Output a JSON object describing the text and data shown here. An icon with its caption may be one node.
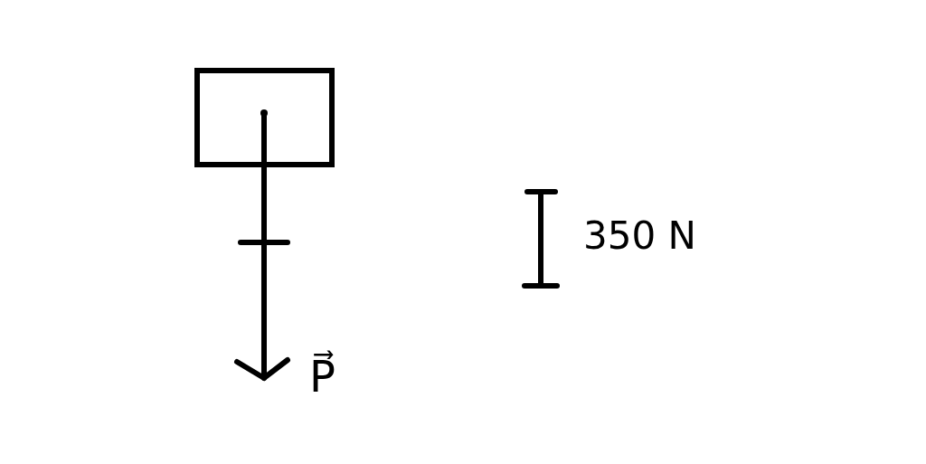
{
  "diagram": {
    "nodes": [
      {
        "text": [],
        "shape": "box"
      }
    ],
    "labels": [
      "P⃗",
      "350 N"
    ]
  }
}
